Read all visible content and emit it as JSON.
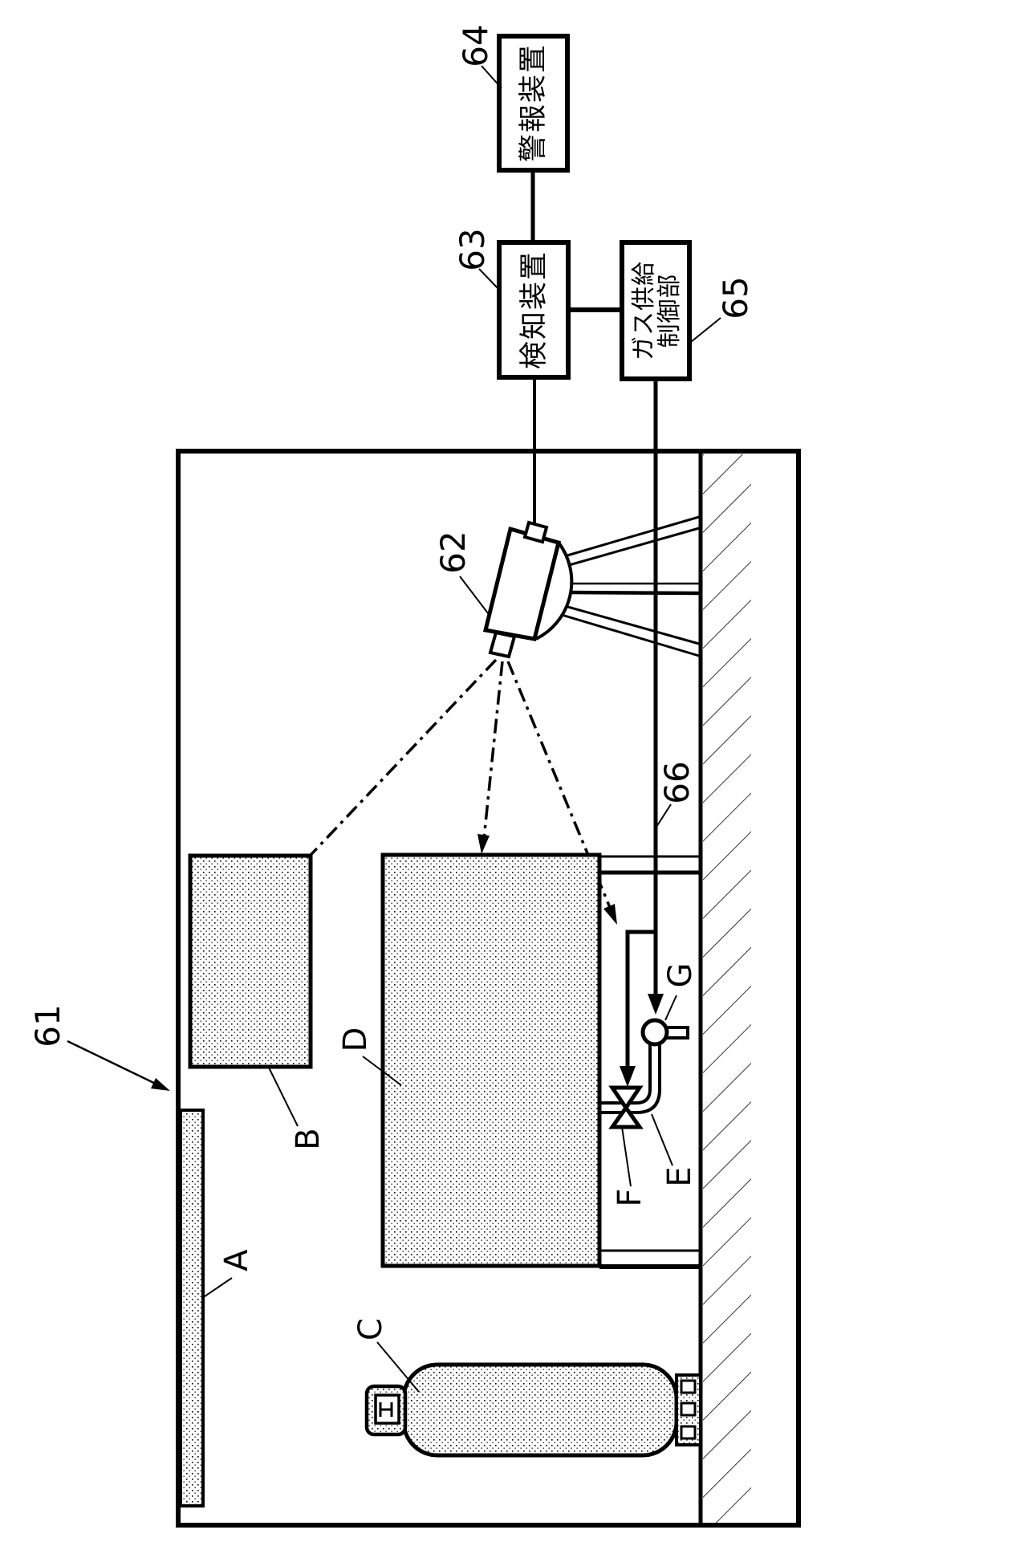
{
  "figure": {
    "type": "patent-diagram",
    "colors": {
      "ink": "#000000",
      "background": "#ffffff"
    },
    "boxes": {
      "alarm_device": {
        "label": "警報装置",
        "ref": "64"
      },
      "detection_device": {
        "label": "検知装置",
        "ref": "63"
      },
      "gas_supply_control": {
        "label_line1": "ガス供給",
        "label_line2": "制御部",
        "ref": "65"
      }
    },
    "refs": {
      "room": "61",
      "scanner": "62",
      "pipe": "66"
    },
    "letters": {
      "panel": "A",
      "region_b": "B",
      "cylinder": "C",
      "region_d": "D",
      "pipe_e": "E",
      "valve_f": "F",
      "nozzle_g": "G"
    }
  }
}
